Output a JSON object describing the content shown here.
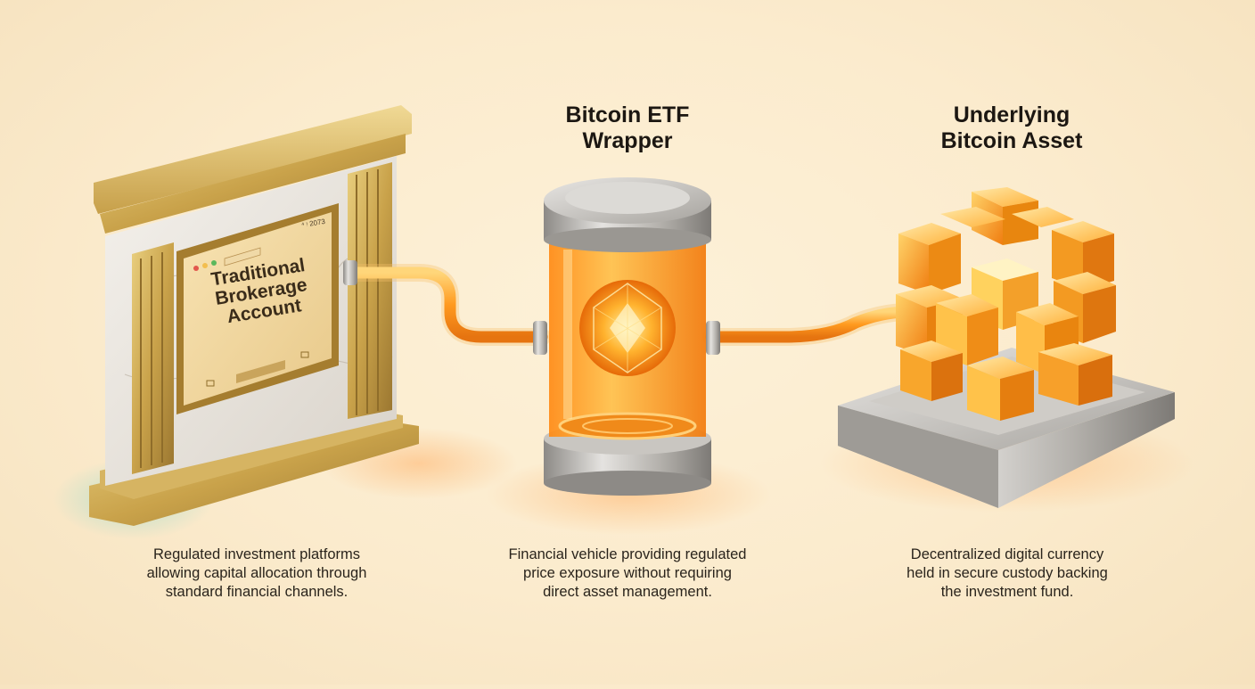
{
  "columns": [
    {
      "id": "brokerage",
      "heading_lines": [],
      "screen_label_lines": [
        "Traditional",
        "Brokerage",
        "Account"
      ],
      "screen_status": "⁴ ᵎ 2073",
      "caption_lines": [
        "Regulated investment platforms",
        "allowing capital allocation through",
        "standard financial channels."
      ]
    },
    {
      "id": "etf-wrapper",
      "heading_lines": [
        "Bitcoin ETF",
        "Wrapper"
      ],
      "caption_lines": [
        "Financial vehicle providing regulated",
        "price exposure without requiring",
        "direct asset management."
      ]
    },
    {
      "id": "bitcoin-asset",
      "heading_lines": [
        "Underlying",
        "Bitcoin Asset"
      ],
      "caption_lines": [
        "Decentralized digital currency",
        "held in secure custody backing",
        "the investment fund."
      ]
    }
  ],
  "colors": {
    "background": "#fbebcd",
    "gold": "#c9a24a",
    "orange_glow": "#ff9a1f",
    "steel": "#b9b6b1"
  },
  "icons": [
    "brokerage-building-icon",
    "etf-canister-icon",
    "bitcoin-cube-icon",
    "connector-pipe-icon"
  ]
}
